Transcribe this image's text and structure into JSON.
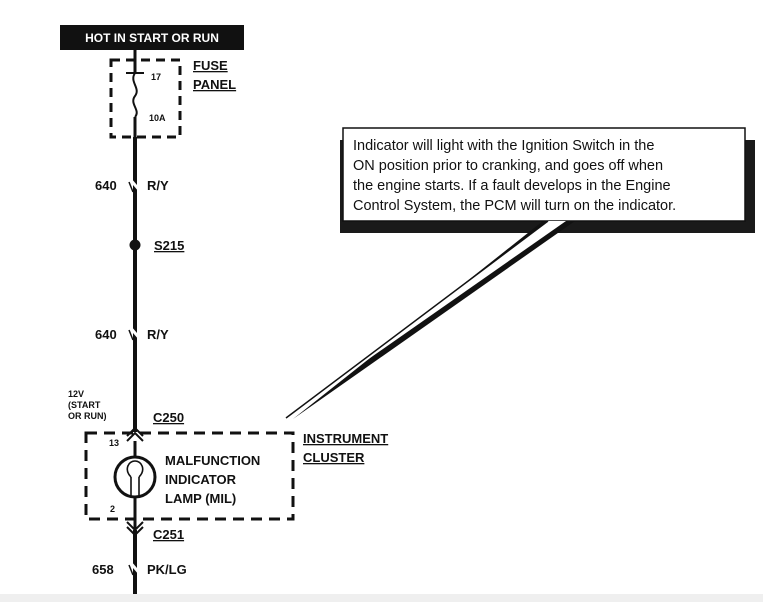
{
  "header": {
    "power_label": "HOT IN START OR RUN"
  },
  "fuse": {
    "number": "17",
    "rating": "10A",
    "label_line1": "FUSE",
    "label_line2": "PANEL"
  },
  "wires": [
    {
      "circuit": "640",
      "color": "R/Y"
    },
    {
      "circuit": "640",
      "color": "R/Y"
    },
    {
      "circuit": "658",
      "color": "PK/LG"
    }
  ],
  "splice": {
    "id": "S215"
  },
  "voltage_note": {
    "line1": "12V",
    "line2": "(START",
    "line3": "OR RUN)"
  },
  "connectors": {
    "top": "C250",
    "bottom": "C251"
  },
  "pins": {
    "top": "13",
    "bottom": "2"
  },
  "lamp": {
    "line1": "MALFUNCTION",
    "line2": "INDICATOR",
    "line3": "LAMP (MIL)"
  },
  "cluster": {
    "line1": "INSTRUMENT",
    "line2": "CLUSTER"
  },
  "callout": {
    "line1": "Indicator will light with the Ignition Switch in the",
    "line2": "ON position prior to cranking, and goes off when",
    "line3": "the engine starts. If a fault develops in the Engine",
    "line4": "Control System, the PCM will turn on the indicator."
  },
  "colors": {
    "ink": "#111111",
    "background": "#ffffff",
    "callout_shadow": "#1a1a1a"
  }
}
